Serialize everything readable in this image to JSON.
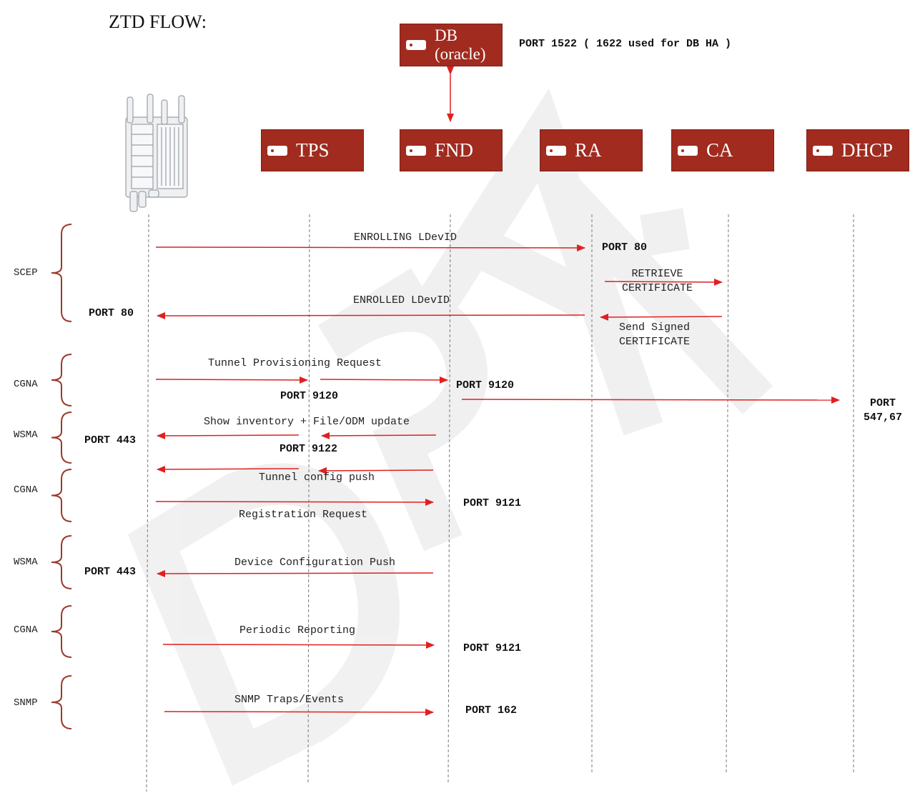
{
  "title": "ZTD FLOW:",
  "db": {
    "label": "DB\n(oracle)",
    "port_note": "PORT 1522 ( 1622 used for DB HA )"
  },
  "nodes": {
    "tps": "TPS",
    "fnd": "FND",
    "ra": "RA",
    "ca": "CA",
    "dhcp": "DHCP"
  },
  "watermark": "DRAFT",
  "colors": {
    "box": "#a02b1e",
    "arrow": "#e02020",
    "bracket": "#9a3a2a",
    "lifeline": "#777777"
  },
  "sections": {
    "scep": "SCEP",
    "cgna1": "CGNA",
    "wsma1": "WSMA",
    "cgna2": "CGNA",
    "wsma2": "WSMA",
    "cgna3": "CGNA",
    "snmp": "SNMP"
  },
  "messages": {
    "enrolling": "ENROLLING LDevID",
    "retrieve": "RETRIEVE\nCERTIFICATE",
    "enrolled": "ENROLLED LDevID",
    "send_signed": "Send Signed\nCERTIFICATE",
    "tunnel_prov": "Tunnel Provisioning Request",
    "show_inv": "Show inventory + File/ODM update",
    "tunnel_cfg": "Tunnel config push",
    "registration": "Registration Request",
    "device_cfg": "Device Configuration Push",
    "periodic": "Periodic Reporting",
    "snmp_traps": "SNMP Traps/Events"
  },
  "ports": {
    "ra_80": "PORT 80",
    "dev_80": "PORT 80",
    "tps_9120": "PORT 9120",
    "fnd_9120": "PORT 9120",
    "dhcp": "PORT\n547,67",
    "dev_443a": "PORT 443",
    "tps_9122": "PORT 9122",
    "fnd_9121a": "PORT 9121",
    "dev_443b": "PORT 443",
    "fnd_9121b": "PORT 9121",
    "fnd_162": "PORT 162"
  }
}
